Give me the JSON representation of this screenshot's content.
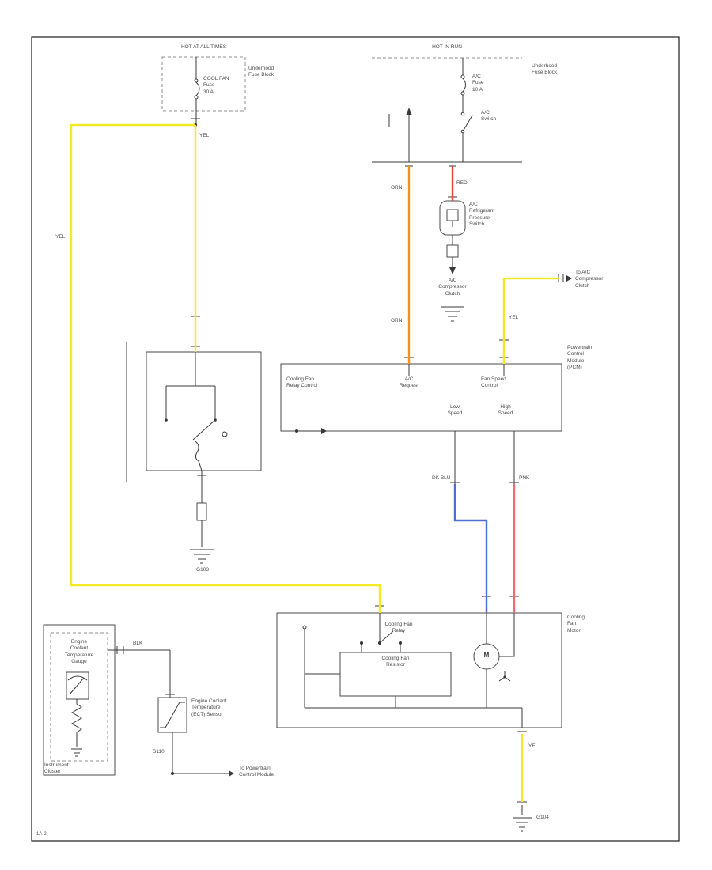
{
  "page": {
    "bg": "#ffffff",
    "footer_code": "1A-2"
  },
  "colors": {
    "wire_yellow": "#f4e925",
    "wire_orange": "#f0921e",
    "wire_red": "#e6453a",
    "wire_pink": "#ef6a74",
    "wire_blue": "#4e6fd2",
    "wire_black": "#3a3a3a",
    "box_stroke": "#4a4a4a",
    "text": "#4a4a4a"
  },
  "labels": {
    "hot_at_all_times": "HOT AT ALL TIMES",
    "underhood_fuse_block_left": "Underhood\nFuse Block",
    "fuse_left": "COOL FAN\nFuse\n30 A",
    "yel_center": "YEL",
    "yel_left": "YEL",
    "hot_in_run": "HOT IN RUN",
    "underhood_fuse_block_right": "Underhood\nFuse Block",
    "fuse_right": "A/C\nFuse\n10 A",
    "ac_switch": "A/C\nSwitch",
    "orn_upper": "ORN",
    "orn_lower": "ORN",
    "red_upper": "RED",
    "yel_right": "YEL",
    "pressure_switch": "A/C\nRefrigerant\nPressure\nSwitch",
    "ac_compressor_clutch": "A/C\nCompressor\nClutch",
    "to_ac_clutch": "To A/C\nCompressor\nClutch",
    "pcm": "Powertrain\nControl\nModule\n(PCM)",
    "pcm_pin_tl": "Cooling Fan\nRelay Control",
    "pcm_pin_center": "A/C\nRequest",
    "pcm_pin_tr": "Fan Speed\nControl",
    "pcm_pin_low": "Low\nSpeed",
    "pcm_pin_high": "High\nSpeed",
    "ground_g103": "G103",
    "dk_blu": "DK BLU",
    "pnk": "PNK",
    "cooling_fan_motor": "Cooling\nFan\nMotor",
    "fan_relay": "Cooling Fan\nRelay",
    "fan_resistor": "Cooling Fan\nResistor",
    "motor_m": "M",
    "yel_bottom": "YEL",
    "ground_g104": "G104",
    "instrument_cluster": "Instrument\nCluster",
    "temp_gauge": "Engine\nCoolant\nTemperature\nGauge",
    "blk": "BLK",
    "ect_sensor": "Engine Coolant\nTemperature\n(ECT) Sensor",
    "splice_s110": "S110",
    "to_pcm": "To Powertrain\nControl Module"
  }
}
